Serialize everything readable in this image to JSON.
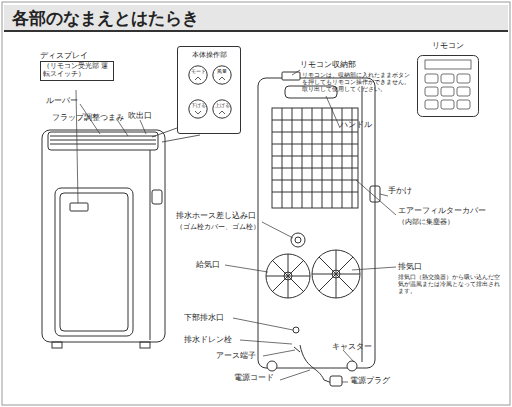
{
  "diagram": {
    "title": "各部のなまえとはたらき",
    "nodes": [
      {
        "text": [
          "ディスプレイ",
          "（リモコン受光部 運転スイッチ）"
        ]
      },
      {
        "text": [
          "本体操作部"
        ]
      },
      {
        "text": [
          "モード"
        ],
        "in": 1
      },
      {
        "text": [
          "風量"
        ],
        "in": 1
      },
      {
        "text": [
          "下げる"
        ],
        "in": 1
      },
      {
        "text": [
          "上げる"
        ],
        "in": 1
      },
      {
        "text": [
          "リモコン"
        ]
      }
    ],
    "labels": [
      "ルーバー",
      "フラップ調整つまみ",
      "吹出口",
      "リモコン収納部",
      "リモコンは、収納部に入れたままボタンを押してもリモコン操作ができません。取り出して使用してください。",
      "ハンドル",
      "手かけ",
      "エアーフィルターカバー",
      "（内部に集塵器）",
      "排気口",
      "排気口（熱交換器）から吸い込んだ空気が温風または冷風となって排出されます。",
      "排水ホース差し込み口",
      "（ゴム栓カバー、ゴム栓）",
      "給気口",
      "下部排水口",
      "排水ドレン栓",
      "アース端子",
      "キャスター",
      "電源コード",
      "電源プラグ"
    ]
  }
}
